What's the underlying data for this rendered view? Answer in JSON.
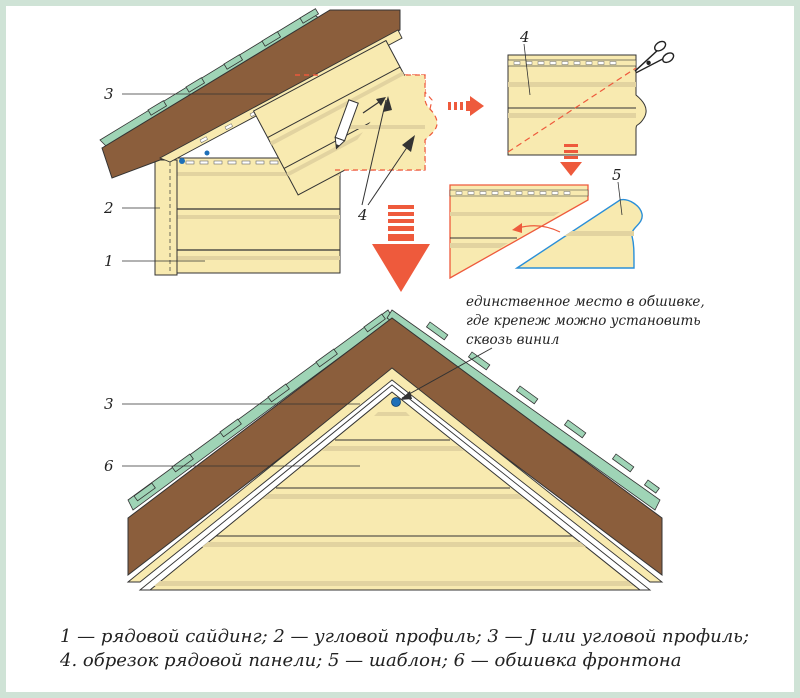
{
  "labels": {
    "l3_top": "3",
    "l2": "2",
    "l1": "1",
    "l4_top": "4",
    "l4_mid": "4",
    "l5": "5",
    "l3_bottom": "3",
    "l6": "6"
  },
  "note": {
    "line1": "единственное место в обшивке,",
    "line2": "где крепеж можно установить",
    "line3": "сквозь винил"
  },
  "legend": {
    "line1": "1 — рядовой сайдинг; 2 — угловой профиль; 3 — J или угловой профиль;",
    "line2": "4. обрезок рядовой панели; 5 — шаблон; 6 — обшивка фронтона"
  },
  "colors": {
    "siding": "#f8eab0",
    "siding_stripe": "#e2d3a0",
    "roof": "#8b5e3c",
    "shingle": "#9fd4b6",
    "arrow": "#ee5a3c",
    "template_outline": "#2a8fd8",
    "fastener": "#1e6fb8",
    "frame": "#cfe3d6"
  }
}
